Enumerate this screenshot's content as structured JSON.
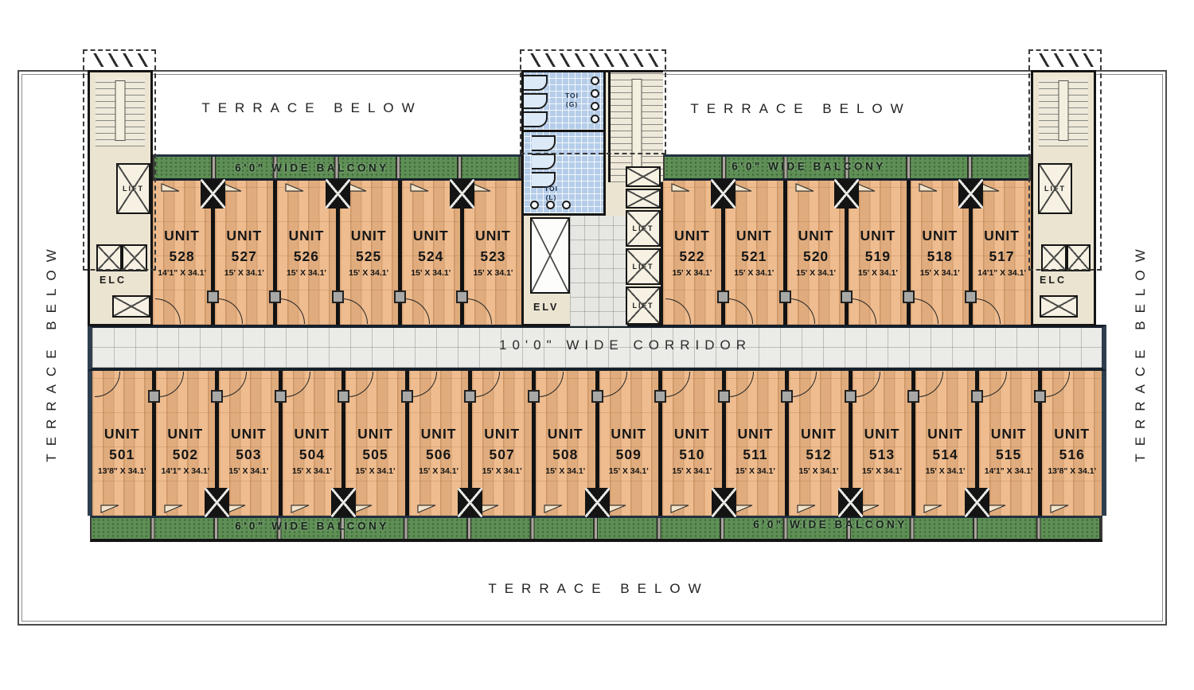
{
  "labels": {
    "unit": "UNIT",
    "terrace": "TERRACE BELOW",
    "balcony": "6'0\" WIDE BALCONY",
    "corridor": "10'0\" WIDE CORRIDOR",
    "lift": "LIFT",
    "elc": "ELC",
    "elv": "ELV",
    "toi_g": "TOI\n(G)",
    "toi_l": "TOI\n(L)"
  },
  "units": {
    "top_left": [
      {
        "number": "528",
        "size": "14'1\" X 34.1'"
      },
      {
        "number": "527",
        "size": "15' X 34.1'"
      },
      {
        "number": "526",
        "size": "15' X 34.1'"
      },
      {
        "number": "525",
        "size": "15' X 34.1'"
      },
      {
        "number": "524",
        "size": "15' X 34.1'"
      },
      {
        "number": "523",
        "size": "15' X 34.1'"
      }
    ],
    "top_right": [
      {
        "number": "522",
        "size": "15' X 34.1'"
      },
      {
        "number": "521",
        "size": "15' X 34.1'"
      },
      {
        "number": "520",
        "size": "15' X 34.1'"
      },
      {
        "number": "519",
        "size": "15' X 34.1'"
      },
      {
        "number": "518",
        "size": "15' X 34.1'"
      },
      {
        "number": "517",
        "size": "14'1\" X 34.1'"
      }
    ],
    "bottom": [
      {
        "number": "501",
        "size": "13'8\" X 34.1'"
      },
      {
        "number": "502",
        "size": "14'1\" X 34.1'"
      },
      {
        "number": "503",
        "size": "15' X 34.1'"
      },
      {
        "number": "504",
        "size": "15' X 34.1'"
      },
      {
        "number": "505",
        "size": "15' X 34.1'"
      },
      {
        "number": "506",
        "size": "15' X 34.1'"
      },
      {
        "number": "507",
        "size": "15' X 34.1'"
      },
      {
        "number": "508",
        "size": "15' X 34.1'"
      },
      {
        "number": "509",
        "size": "15' X 34.1'"
      },
      {
        "number": "510",
        "size": "15' X 34.1'"
      },
      {
        "number": "511",
        "size": "15' X 34.1'"
      },
      {
        "number": "512",
        "size": "15' X 34.1'"
      },
      {
        "number": "513",
        "size": "15' X 34.1'"
      },
      {
        "number": "514",
        "size": "15' X 34.1'"
      },
      {
        "number": "515",
        "size": "14'1\" X 34.1'"
      },
      {
        "number": "516",
        "size": "13'8\" X 34.1'"
      }
    ]
  },
  "colors": {
    "wood_floor": "#ecb584",
    "corridor_tile": "#ebebe8",
    "toilet_tile": "#b5cde9",
    "planter_green": "#5e8f55",
    "wall_black": "#151515",
    "outer_wall_slate": "#2e3e4e",
    "core_beige": "#ebe4d1"
  }
}
